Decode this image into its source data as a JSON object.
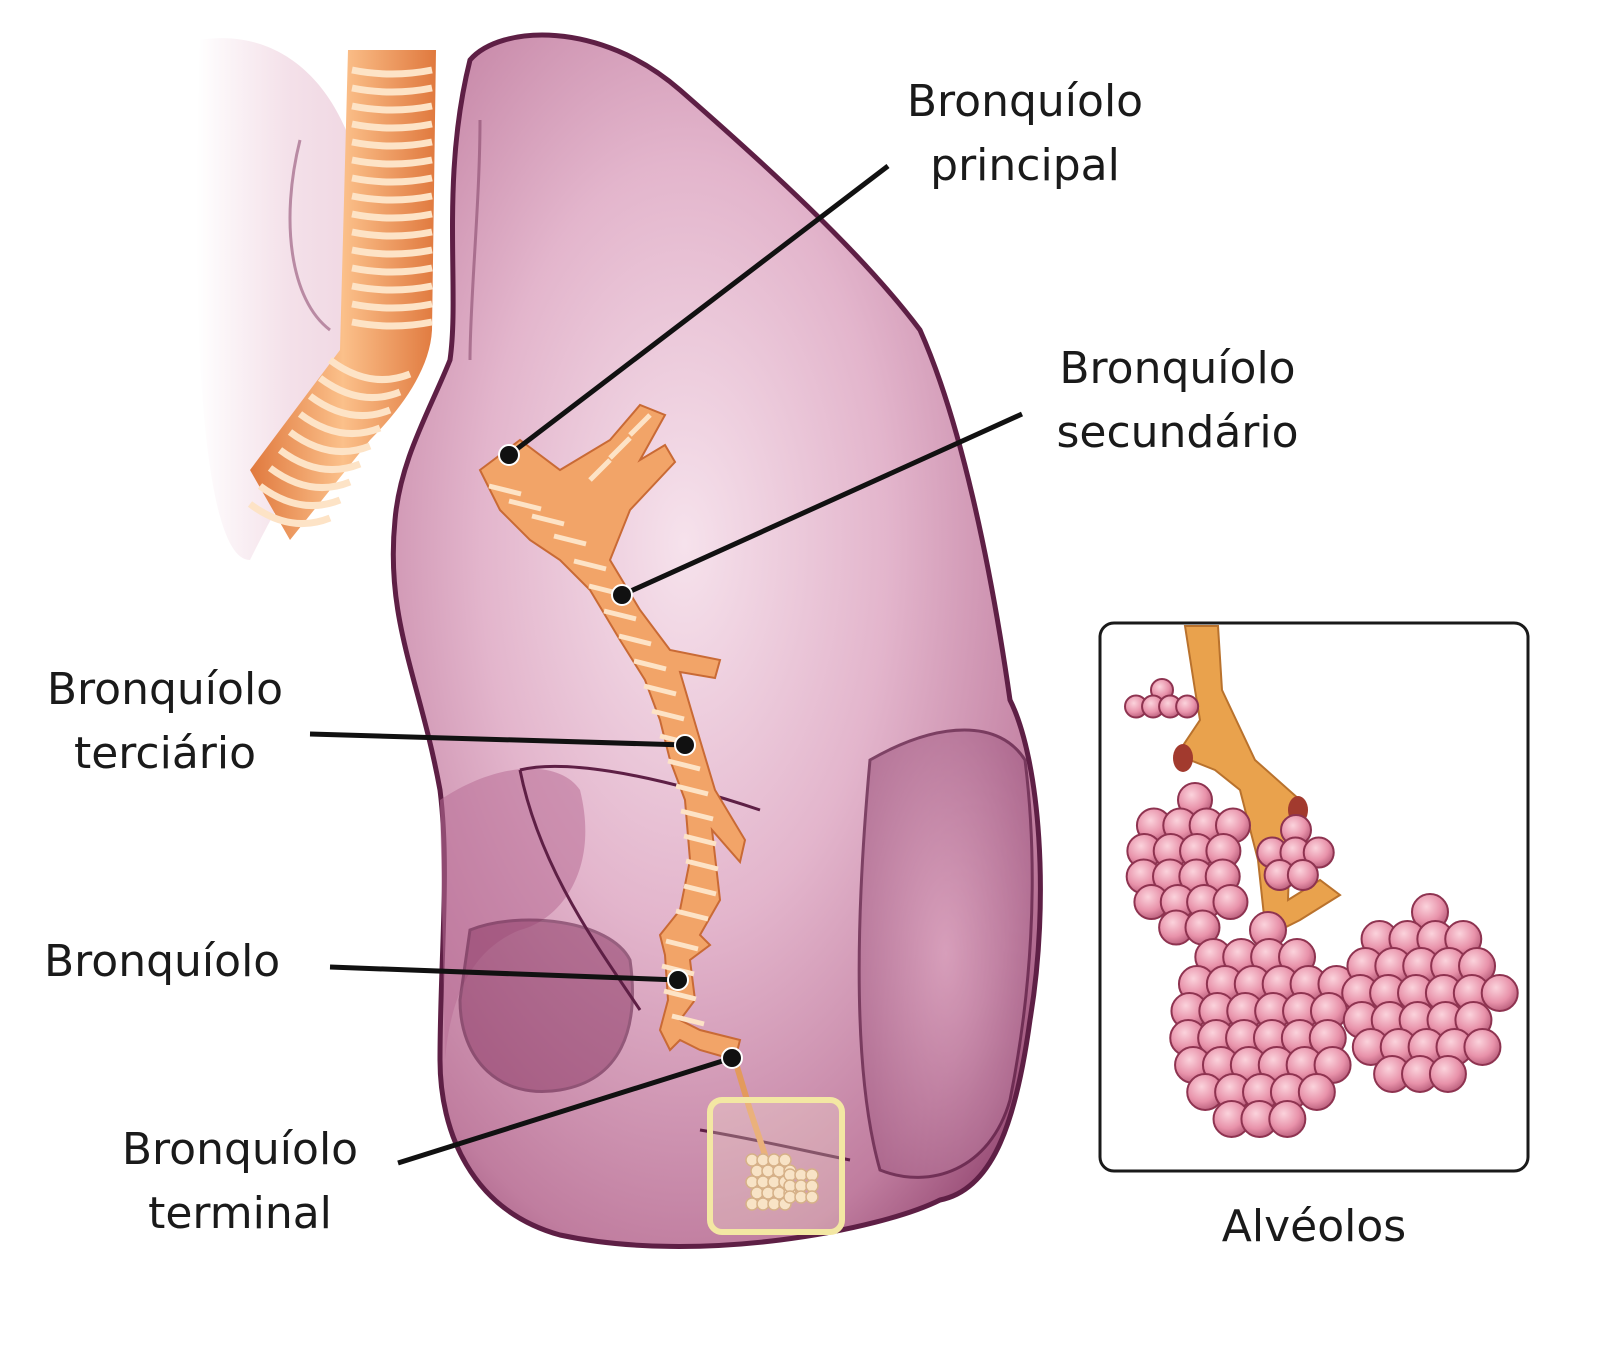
{
  "labels": {
    "principal": {
      "line1": "Bronquíolo",
      "line2": "principal"
    },
    "secundario": {
      "line1": "Bronquíolo",
      "line2": "secundário"
    },
    "terciario": {
      "line1": "Bronquíolo",
      "line2": "terciário"
    },
    "bronquiolo": {
      "line1": "Bronquíolo"
    },
    "terminal": {
      "line1": "Bronquíolo",
      "line2": "terminal"
    },
    "inset_caption": "Alvéolos"
  },
  "colors": {
    "lung_fill": "#d9a3bf",
    "lung_outline": "#5e1f45",
    "bronchus": "#f2a468",
    "bronchus_ring": "#fde3c6",
    "alveoli": "#e08aa2",
    "leader_line": "#111111",
    "highlight_box": "#f3e7a3"
  }
}
